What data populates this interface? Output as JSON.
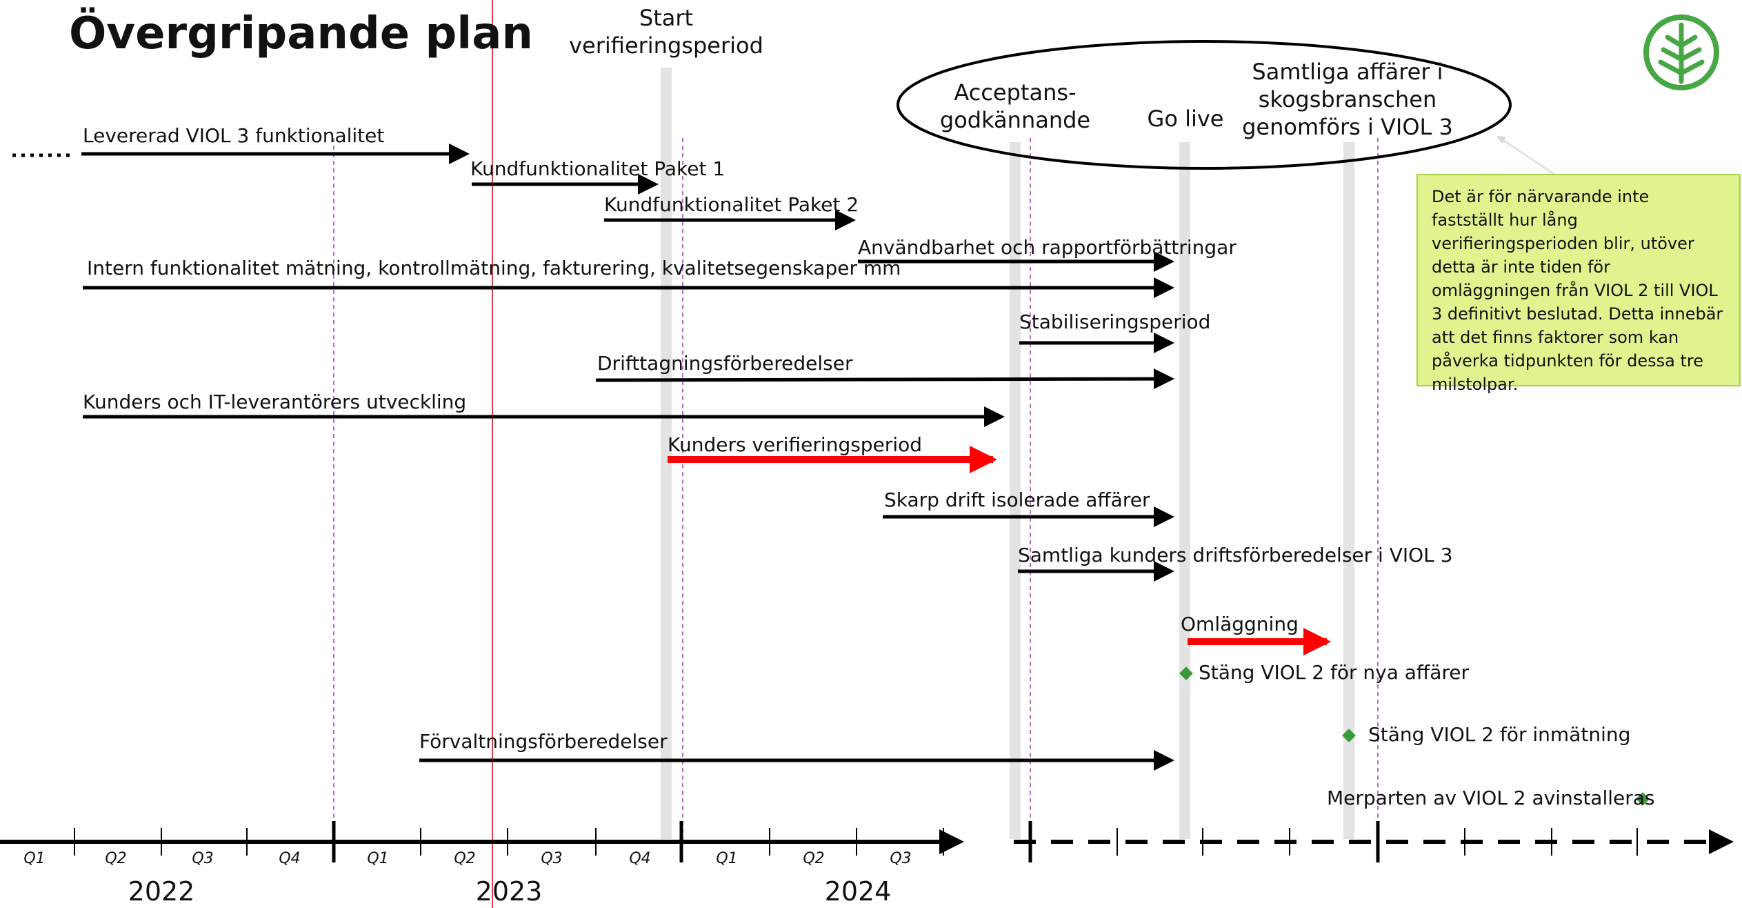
{
  "title": "Övergripande plan",
  "milestones": {
    "start": "Start\nverifieringsperiod",
    "acceptans": "Acceptans-\ngodkännande",
    "golive": "Go live",
    "samtliga": "Samtliga affärer i\nskogsbranschen\ngenomförs i VIOL 3"
  },
  "tasks": [
    "Levererad VIOL 3 funktionalitet",
    "Kundfunktionalitet Paket 1",
    "Kundfunktionalitet Paket 2",
    "Användbarhet och rapportförbättringar",
    "Intern funktionalitet mätning, kontrollmätning, fakturering, kvalitetsegenskaper mm",
    "Stabiliseringsperiod",
    "Drifttagningsförberedelser",
    "Kunders och IT-leverantörers utveckling",
    "Kunders verifieringsperiod",
    "Skarp drift isolerade affärer",
    "Samtliga kunders driftsförberedelser i VIOL 3",
    "Omläggning",
    "Förvaltningsförberedelser"
  ],
  "events": [
    "Stäng VIOL 2 för nya affärer",
    "Stäng VIOL 2 för inmätning",
    "Merparten av VIOL 2 avinstalleras"
  ],
  "note": "Det är för närvarande inte fastställt hur lång verifieringsperioden blir, utöver detta är inte tiden för omläggningen från VIOL 2 till VIOL 3 definitivt beslutad. Detta innebär att det finns faktorer som kan påverka tidpunkten för dessa tre milstolpar.",
  "quarters": [
    "Q1",
    "Q2",
    "Q3",
    "Q4",
    "Q1",
    "Q2",
    "Q3",
    "Q4",
    "Q1",
    "Q2",
    "Q3"
  ],
  "years": [
    "2022",
    "2023",
    "2024"
  ],
  "colors": {
    "arrow": "#000000",
    "highlight": "#ff0000",
    "diamond": "#3a9a3a",
    "logo": "#47a744",
    "note_bg": "#dff38e",
    "today_line": "#e0404a",
    "quarter_line": "#b070c8"
  }
}
